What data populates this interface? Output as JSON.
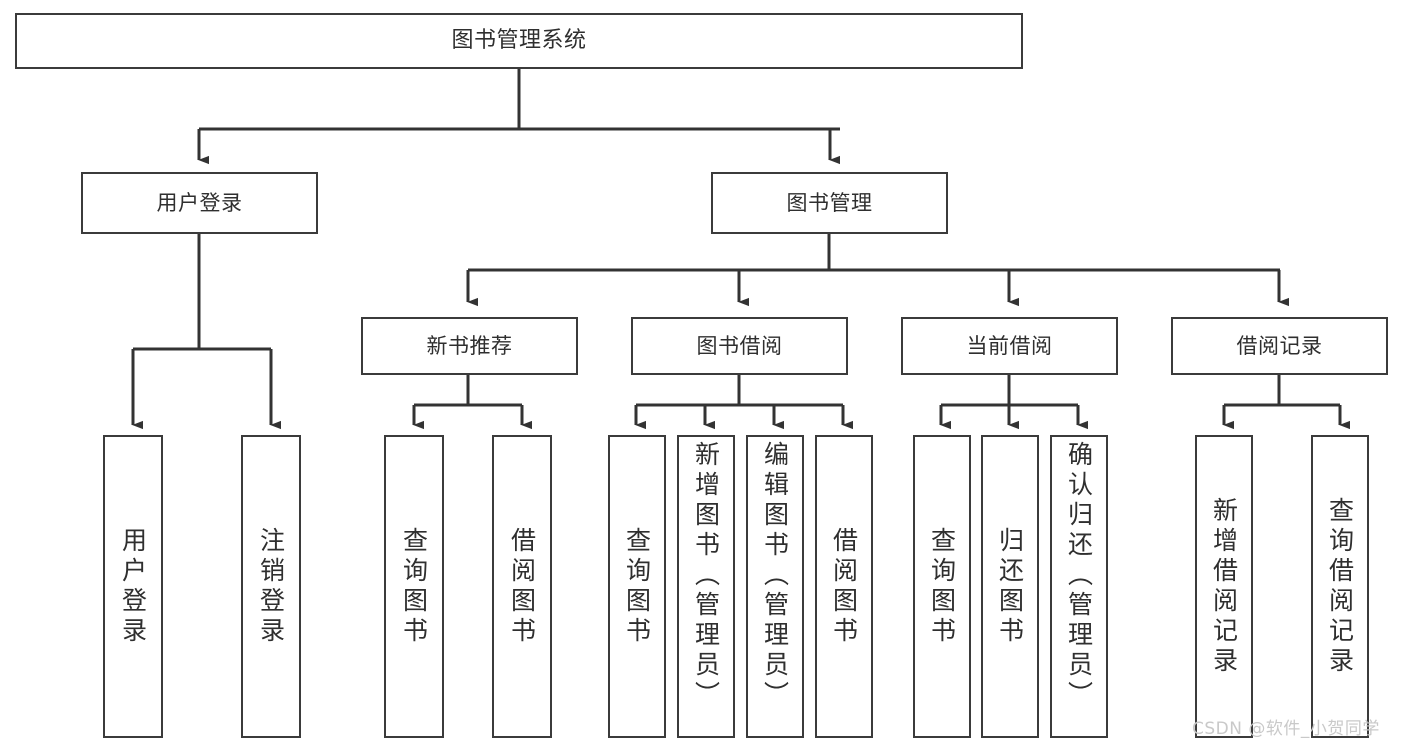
{
  "diagram": {
    "title": "图书管理系统",
    "type": "tree-hierarchy-diagram",
    "colors": {
      "box_border": "#3b3b3b",
      "box_fill": "#ffffff",
      "edge": "#333333",
      "text": "#2f2f2f",
      "watermark": "#c9c9c9",
      "background": "#ffffff"
    },
    "nodes": {
      "root": {
        "label": "图书管理系统",
        "level": 1
      },
      "user_login": {
        "label": "用户登录",
        "level": 2
      },
      "book_manage": {
        "label": "图书管理",
        "level": 2
      },
      "new_book_rec": {
        "label": "新书推荐",
        "level": 3
      },
      "book_borrow": {
        "label": "图书借阅",
        "level": 3
      },
      "current_borrow": {
        "label": "当前借阅",
        "level": 3
      },
      "borrow_record": {
        "label": "借阅记录",
        "level": 3
      },
      "leaf_user_login": {
        "label": "用户登录",
        "level": 4
      },
      "leaf_logout": {
        "label": "注销登录",
        "level": 4
      },
      "leaf_query_book_1": {
        "label": "查询图书",
        "level": 4
      },
      "leaf_borrow_book_1": {
        "label": "借阅图书",
        "level": 4
      },
      "leaf_query_book_2": {
        "label": "查询图书",
        "level": 4
      },
      "leaf_add_book": {
        "label": "新增图书（管理员）",
        "level": 4
      },
      "leaf_edit_book": {
        "label": "编辑图书（管理员）",
        "level": 4
      },
      "leaf_borrow_book_2": {
        "label": "借阅图书",
        "level": 4
      },
      "leaf_query_book_3": {
        "label": "查询图书",
        "level": 4
      },
      "leaf_return_book": {
        "label": "归还图书",
        "level": 4
      },
      "leaf_confirm_return": {
        "label": "确认归还（管理员）",
        "level": 4
      },
      "leaf_add_record": {
        "label": "新增借阅记录",
        "level": 4
      },
      "leaf_query_record": {
        "label": "查询借阅记录",
        "level": 4
      }
    },
    "edges": [
      {
        "from": "root",
        "to": "user_login"
      },
      {
        "from": "root",
        "to": "book_manage"
      },
      {
        "from": "book_manage",
        "to": "new_book_rec"
      },
      {
        "from": "book_manage",
        "to": "book_borrow"
      },
      {
        "from": "book_manage",
        "to": "current_borrow"
      },
      {
        "from": "book_manage",
        "to": "borrow_record"
      },
      {
        "from": "user_login",
        "to": "leaf_user_login"
      },
      {
        "from": "user_login",
        "to": "leaf_logout"
      },
      {
        "from": "new_book_rec",
        "to": "leaf_query_book_1"
      },
      {
        "from": "new_book_rec",
        "to": "leaf_borrow_book_1"
      },
      {
        "from": "book_borrow",
        "to": "leaf_query_book_2"
      },
      {
        "from": "book_borrow",
        "to": "leaf_add_book"
      },
      {
        "from": "book_borrow",
        "to": "leaf_edit_book"
      },
      {
        "from": "book_borrow",
        "to": "leaf_borrow_book_2"
      },
      {
        "from": "current_borrow",
        "to": "leaf_query_book_3"
      },
      {
        "from": "current_borrow",
        "to": "leaf_return_book"
      },
      {
        "from": "current_borrow",
        "to": "leaf_confirm_return"
      },
      {
        "from": "borrow_record",
        "to": "leaf_add_record"
      },
      {
        "from": "borrow_record",
        "to": "leaf_query_record"
      }
    ]
  },
  "watermark": {
    "text": "CSDN @软件_小贺同学"
  }
}
